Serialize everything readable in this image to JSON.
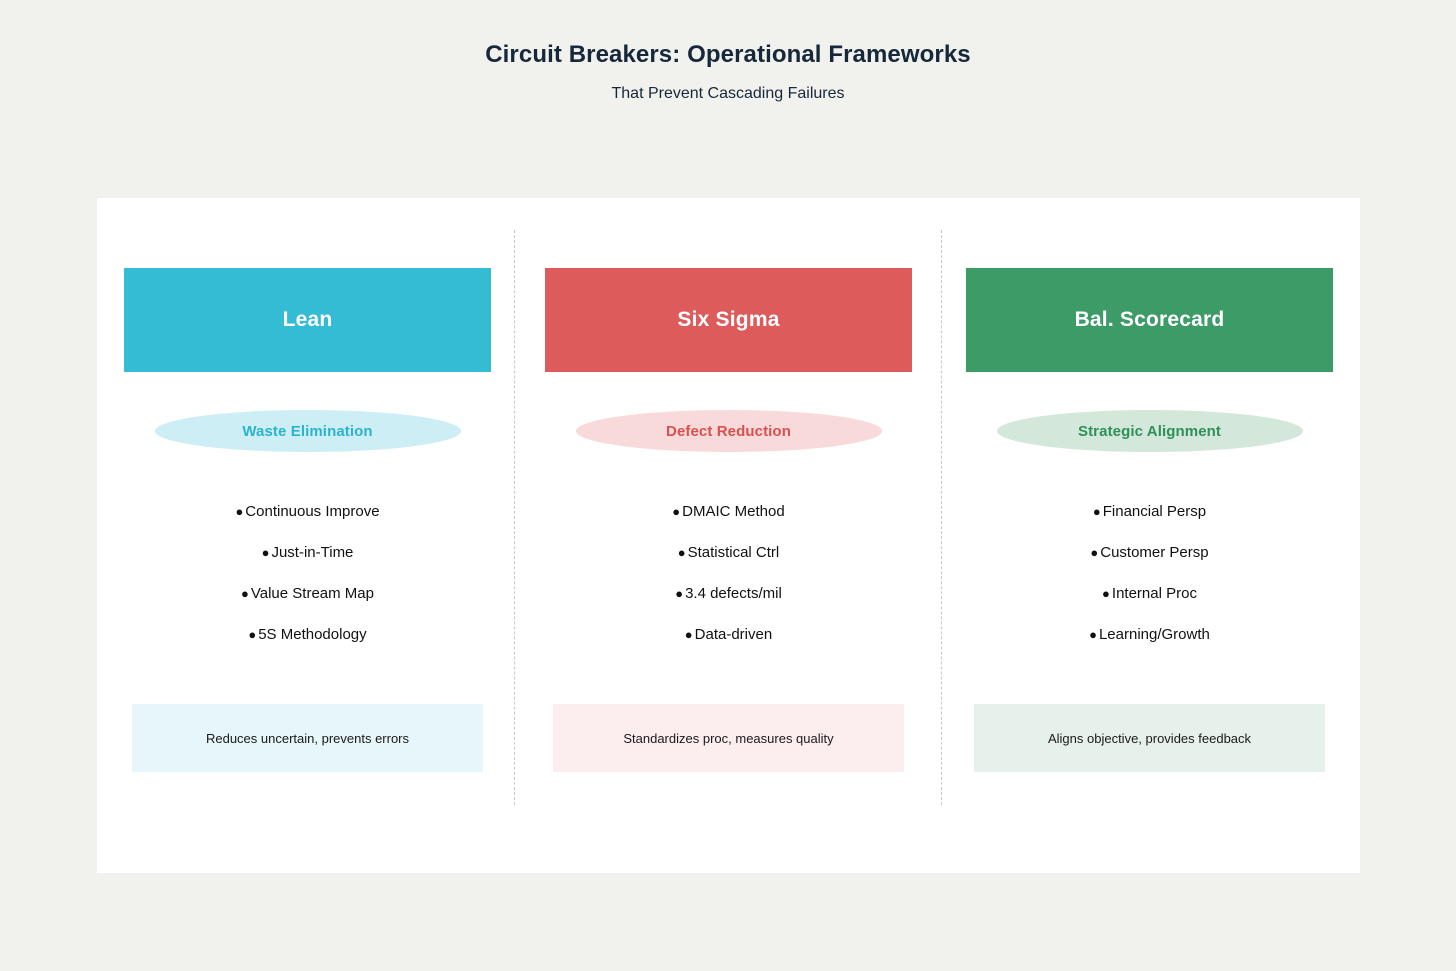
{
  "header": {
    "title": "Circuit Breakers: Operational Frameworks",
    "subtitle": "That Prevent Cascading Failures"
  },
  "theme": {
    "page_background": "#f1f1ee",
    "card_background": "#ffffff",
    "title_color": "#16283a",
    "divider_color": "#c9c9c9"
  },
  "columns": [
    {
      "title": "Lean",
      "tagline": "Waste Elimination",
      "items": [
        "Continuous Improve",
        "Just-in-Time",
        "Value Stream Map",
        "5S Methodology"
      ],
      "footer": "Reduces uncertain, prevents errors",
      "header_color": "#34bcd4",
      "pill_color": "#cdeef4",
      "pill_text_color": "#29b4cf",
      "footer_color": "#e6f6fa"
    },
    {
      "title": "Six Sigma",
      "tagline": "Defect Reduction",
      "items": [
        "DMAIC Method",
        "Statistical Ctrl",
        "3.4 defects/mil",
        "Data-driven"
      ],
      "footer": "Standardizes proc, measures quality",
      "header_color": "#dd5b5b",
      "pill_color": "#f8dada",
      "pill_text_color": "#dc4f4f",
      "footer_color": "#fceeee"
    },
    {
      "title": "Bal. Scorecard",
      "tagline": "Strategic Alignment",
      "items": [
        "Financial Persp",
        "Customer Persp",
        "Internal Proc",
        "Learning/Growth"
      ],
      "footer": "Aligns objective, provides feedback",
      "header_color": "#3d9b68",
      "pill_color": "#d3e7da",
      "pill_text_color": "#2e9159",
      "footer_color": "#e7f1eb"
    }
  ],
  "bullet_glyph": "●"
}
